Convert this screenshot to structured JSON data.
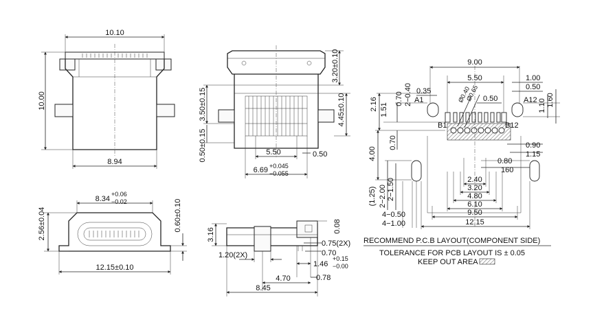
{
  "top_view": {
    "width_top": "10.10",
    "width_bottom": "8.94",
    "height": "10.00"
  },
  "side_view": {
    "top_offset": "3.20±0.10",
    "inner_height": "3.50±0.15",
    "lower_offset": "0.50±0.15",
    "right_height": "4.45±0.10",
    "pitch": "5.50",
    "width_main": "6.69",
    "width_tol_plus": "+0.045",
    "width_tol_minus": "−0.055",
    "pin_gap": "0.50"
  },
  "front_view": {
    "width": "8.34",
    "width_tol_plus": "+0.06",
    "width_tol_minus": "−0.02",
    "height": "2.56±0.04",
    "flange": "0.60±0.10",
    "overall": "12.15±0.10"
  },
  "profile_view": {
    "height": "3.16",
    "top_gap": "0.08",
    "tab": "1.20(2X)",
    "pin_a": "0.75(2X)",
    "pin_b": "0.70",
    "foot": "1.46",
    "foot_tol_plus": "+0.15",
    "foot_tol_minus": "−0.00",
    "pos_a": "4.70",
    "pos_b": "0.78",
    "length": "8.45"
  },
  "pcb_layout": {
    "overall_width": "9.00",
    "inner_width": "5.50",
    "edge": "1.00",
    "edge2": "0.50",
    "right_h": "1.60",
    "right_h2": "1.10",
    "pin_a1": "A1",
    "pin_a12": "A12",
    "pin_b1": "B1",
    "pin_b12": "B12",
    "d035": "0.35",
    "d040": "2−0.40",
    "d070": "0.70",
    "d151": "1.51",
    "d216": "2.16",
    "dia_040": "Ø0.40",
    "dia_065": "Ø0.65",
    "d050": "0.50",
    "d070b": "0.70",
    "d400": "4.00",
    "d090": "0.90",
    "d115": "1.15",
    "d080": "0.80",
    "d160": "160",
    "d240": "2.40",
    "d320": "3.20",
    "d480": "4.80",
    "d610": "6.10",
    "d950": "9.50",
    "d1215": "12.15",
    "d125": "(1.25)",
    "d2200": "2−2.00",
    "d2150": "2−1.50",
    "d4050": "4−0.50",
    "d4100": "4−1.00",
    "title": "RECOMMEND P.C.B LAYOUT(COMPONENT SIDE)",
    "tolerance": "TOLERANCE FOR PCB LAYOUT IS ± 0.05",
    "keepout": "KEEP OUT AREA"
  }
}
